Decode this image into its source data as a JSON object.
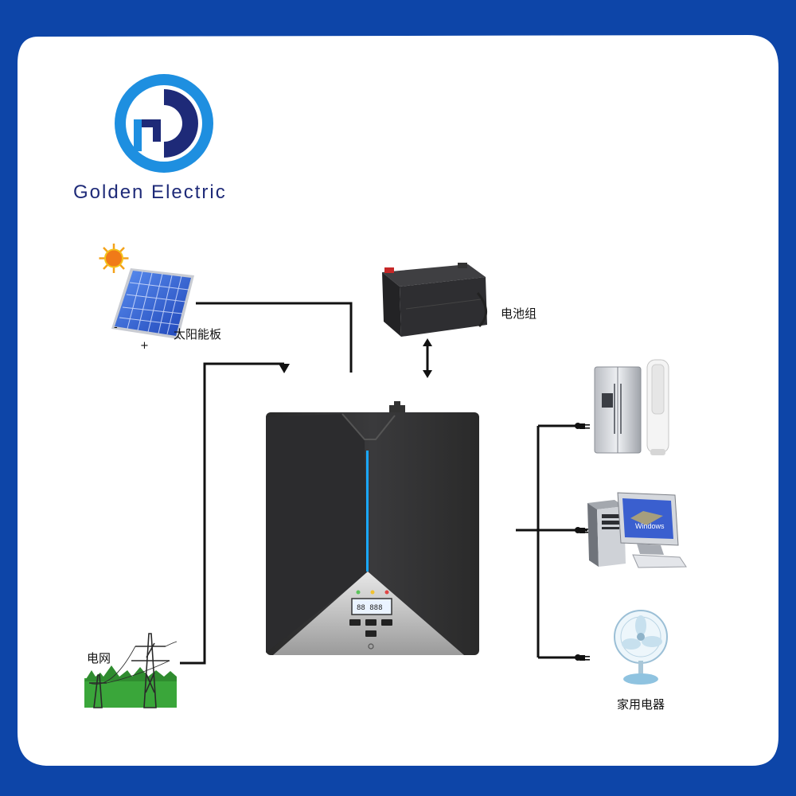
{
  "brand": {
    "name": "Golden Electric",
    "logo_text": "GD",
    "accent_color": "#1e8fe0",
    "frame_color": "#0d45a8"
  },
  "components": {
    "solar_panel": {
      "label": "太阳能板",
      "negative": "-",
      "positive": "+"
    },
    "battery": {
      "label": "电池组"
    },
    "grid": {
      "label": "电网"
    },
    "appliances": {
      "label": "家用电器",
      "screen_text": "Windows"
    }
  }
}
